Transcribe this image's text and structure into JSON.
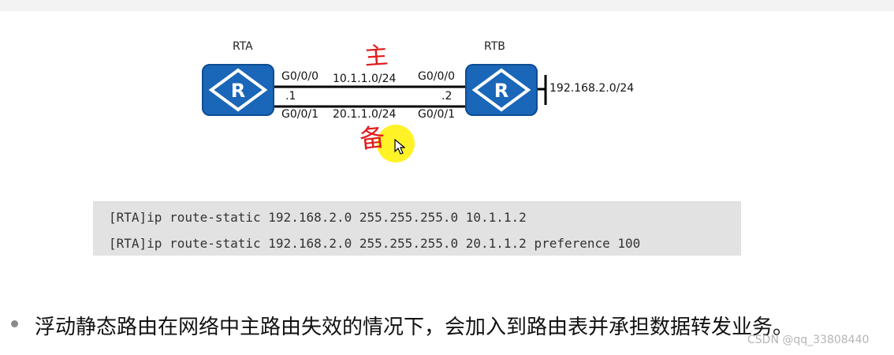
{
  "diagram": {
    "routers": [
      {
        "id": "rta",
        "label": "RTA"
      },
      {
        "id": "rtb",
        "label": "RTB"
      }
    ],
    "links": {
      "top": {
        "network": "10.1.1.0/24",
        "left_port": "G0/0/0",
        "right_port": "G0/0/0",
        "handwritten": "主"
      },
      "bottom": {
        "network": "20.1.1.0/24",
        "left_port": "G0/0/1",
        "right_port": "G0/0/1",
        "handwritten": "备"
      }
    },
    "host_octets": {
      "left": ".1",
      "right": ".2"
    },
    "stub_network": "192.168.2.0/24",
    "colors": {
      "router": "#1a66b8",
      "handwriting": "#e01b1b",
      "cursor_highlight": "#fff000"
    }
  },
  "code": {
    "lines": [
      "[RTA]ip route-static 192.168.2.0 255.255.255.0 10.1.1.2",
      "[RTA]ip route-static 192.168.2.0 255.255.255.0 20.1.1.2 preference 100"
    ]
  },
  "bullet": {
    "text": "浮动静态路由在网络中主路由失效的情况下，会加入到路由表并承担数据转发业务。"
  },
  "watermark": "CSDN @qq_33808440"
}
